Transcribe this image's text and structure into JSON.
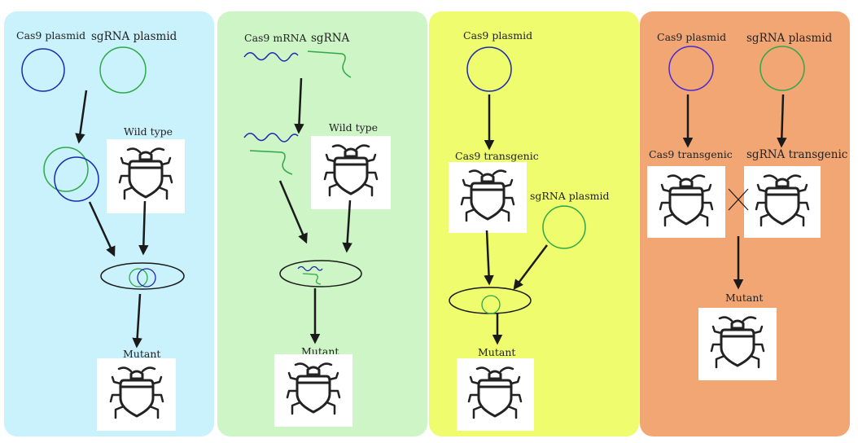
{
  "colors": {
    "panel1": "#c9f2fc",
    "panel2": "#cdf5c6",
    "panel3": "#eefc6e",
    "panel4": "#f2a674",
    "cas9": "#1a2ab0",
    "sgrna": "#2fa84a",
    "arrow": "#1a1a1a"
  },
  "icons": {
    "insect": "beetle-icon",
    "cross": "cross-icon"
  },
  "panels": [
    {
      "cas9_label": "Cas9 plasmid",
      "sgrna_label": "sgRNA plasmid",
      "wild_label": "Wild type",
      "mutant_label": "Mutant"
    },
    {
      "cas9_label": "Cas9 mRNA",
      "sgrna_label": "sgRNA",
      "wild_label": "Wild type",
      "mutant_label": "Mutant"
    },
    {
      "cas9_label": "Cas9 plasmid",
      "transgenic_label": "Cas9 transgenic",
      "sgrna_label": "sgRNA plasmid",
      "mutant_label": "Mutant"
    },
    {
      "cas9_label": "Cas9 plasmid",
      "sgrna_label": "sgRNA plasmid",
      "cas9_transgenic_label": "Cas9 transgenic",
      "sgrna_transgenic_label": "sgRNA transgenic",
      "mutant_label": "Mutant"
    }
  ]
}
